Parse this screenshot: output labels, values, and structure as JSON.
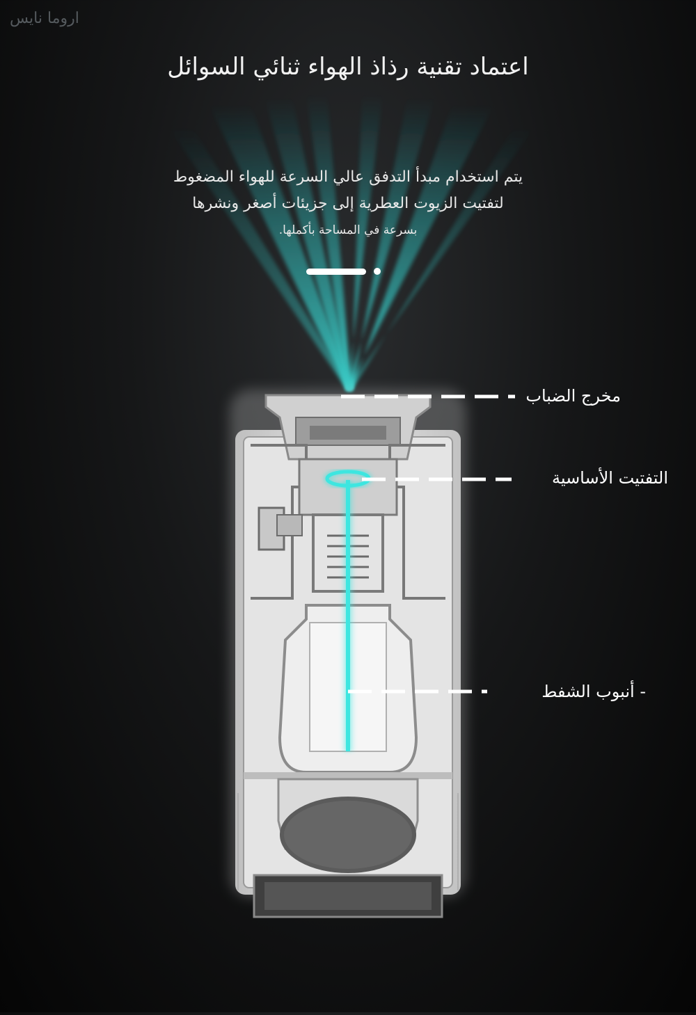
{
  "watermark": "اروما نايس",
  "title": "اعتماد تقنية رذاذ الهواء ثنائي السوائل",
  "description": {
    "line1": "يتم استخدام مبدأ التدفق عالي السرعة للهواء المضغوط",
    "line2": "لتفتيت الزيوت العطرية إلى جزيئات أصغر ونشرها",
    "line3": "بسرعة في المساحة بأكملها."
  },
  "labels": {
    "mist_outlet": "مخرج الضباب",
    "core_atomization": "التفتيت الأساسية",
    "suction_tube": "- أنبوب الشفط"
  },
  "colors": {
    "background": "#111213",
    "accent_cyan": "#3ee6e0",
    "device_body": "#d9d9d9"
  }
}
